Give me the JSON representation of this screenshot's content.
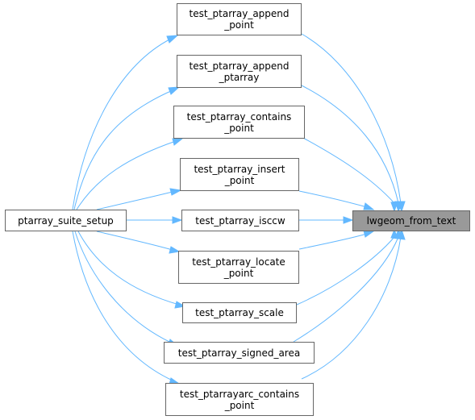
{
  "graph": {
    "target": {
      "label": "lwgeom_from_text"
    },
    "root": {
      "label": "ptarray_suite_setup"
    },
    "tests": [
      {
        "line1": "test_ptarray_append",
        "line2": "_point"
      },
      {
        "line1": "test_ptarray_append",
        "line2": "_ptarray"
      },
      {
        "line1": "test_ptarray_contains",
        "line2": "_point"
      },
      {
        "line1": "test_ptarray_insert",
        "line2": "_point"
      },
      {
        "line1": "test_ptarray_isccw",
        "line2": ""
      },
      {
        "line1": "test_ptarray_locate",
        "line2": "_point"
      },
      {
        "line1": "test_ptarray_scale",
        "line2": ""
      },
      {
        "line1": "test_ptarray_signed_area",
        "line2": ""
      },
      {
        "line1": "test_ptarrayarc_contains",
        "line2": "_point"
      }
    ],
    "colors": {
      "edge": "#63b8ff",
      "target_fill": "#999999",
      "border": "#666666"
    }
  }
}
